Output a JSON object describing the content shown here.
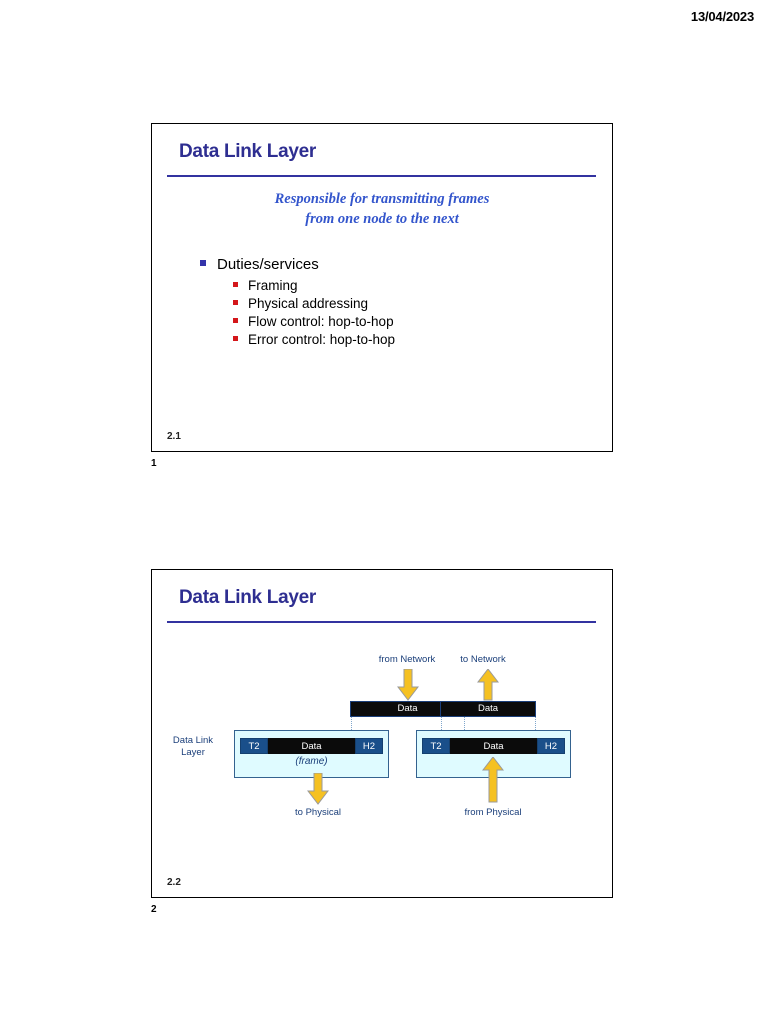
{
  "document": {
    "date": "13/04/2023"
  },
  "slides": [
    {
      "title": "Data Link Layer",
      "slide_number": "2.1",
      "page_number": "1",
      "subtitle_line1": "Responsible for transmitting frames",
      "subtitle_line2": "from one node to the next",
      "bullets": [
        {
          "label": "Duties/services",
          "children": [
            "Framing",
            "Physical addressing",
            "Flow control: hop-to-hop",
            "Error control: hop-to-hop"
          ]
        }
      ]
    },
    {
      "title": "Data Link Layer",
      "slide_number": "2.2",
      "page_number": "2",
      "diagram": {
        "side_label_line1": "Data Link",
        "side_label_line2": "Layer",
        "left": {
          "top_label": "from Network",
          "bottom_label": "to Physical",
          "data_box_label": "Data",
          "frame_tail": "T2",
          "frame_payload": "Data",
          "frame_head": "H2",
          "frame_caption": "(frame)",
          "top_arrow_direction": "down",
          "bottom_arrow_direction": "down"
        },
        "right": {
          "top_label": "to Network",
          "bottom_label": "from Physical",
          "data_box_label": "Data",
          "frame_tail": "T2",
          "frame_payload": "Data",
          "frame_head": "H2",
          "top_arrow_direction": "up",
          "bottom_arrow_direction": "up"
        }
      }
    }
  ],
  "colors": {
    "title_blue": "#2e2e91",
    "subtitle_blue": "#3355cc",
    "bullet_l1": "#3333aa",
    "bullet_l2": "#d4161a",
    "diagram_navy": "#1a4f8a",
    "layer_fill": "#dffbff",
    "arrow_yellow": "#f5c122",
    "data_box_black": "#0b0b0b"
  }
}
